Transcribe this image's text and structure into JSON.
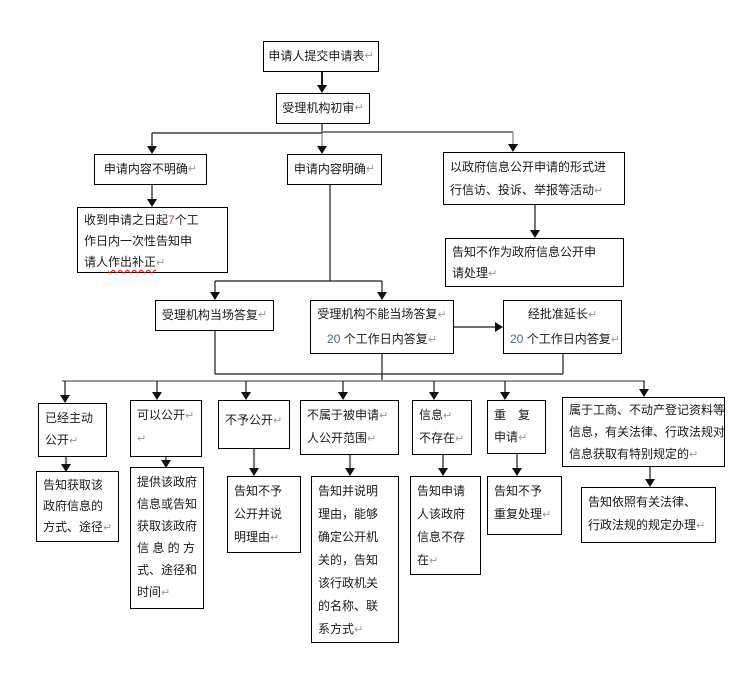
{
  "colors": {
    "num7": "#c0504d",
    "num20": "#4f6b8f",
    "wavy": "#ff0000",
    "pilcrow": "#9a9a9a",
    "line": "#1a1a1a",
    "gray_line": "#9a9a9a"
  },
  "nodes": {
    "n1": {
      "content": [
        "申请人提交申请表",
        {
          "t": "↵",
          "c": "pilcrow"
        }
      ]
    },
    "n2": {
      "content": [
        "受理机构初审",
        {
          "t": "↵",
          "c": "pilcrow"
        }
      ]
    },
    "n3": {
      "content": [
        "申请内容不明确",
        {
          "t": "↵",
          "c": "pilcrow"
        }
      ]
    },
    "n4": {
      "content": [
        "申请内容明确",
        {
          "t": "↵",
          "c": "pilcrow"
        }
      ]
    },
    "n5": {
      "content": [
        "以政府信息公开申请的形式进",
        {
          "br": true
        },
        "行信访、投诉、举报等活动",
        {
          "t": "↵",
          "c": "pilcrow"
        }
      ]
    },
    "n6": {
      "content": [
        "收到申请之日起",
        {
          "t": "7",
          "c": "num7"
        },
        "个工",
        {
          "br": true
        },
        "作日内一次性告知申",
        {
          "br": true
        },
        "请人",
        {
          "t": "作出补正",
          "c": "wavy"
        },
        {
          "t": "↵",
          "c": "pilcrow"
        }
      ]
    },
    "n7": {
      "content": [
        "告知不作为政府信息公开申",
        {
          "br": true
        },
        "请处理",
        {
          "t": "↵",
          "c": "pilcrow"
        }
      ]
    },
    "n8": {
      "content": [
        "受理机构当场答复",
        {
          "t": "↵",
          "c": "pilcrow"
        }
      ]
    },
    "n9": {
      "content": [
        "受理机构不能当场答复",
        {
          "t": "↵",
          "c": "pilcrow"
        },
        {
          "br": true
        },
        {
          "t": "20",
          "c": "num20"
        },
        " 个工作日内答复",
        {
          "t": "↵",
          "c": "pilcrow"
        }
      ]
    },
    "n10": {
      "content": [
        "经批准延长",
        {
          "t": "↵",
          "c": "pilcrow"
        },
        {
          "br": true
        },
        {
          "t": "20",
          "c": "num20"
        },
        " 个工作日内答复",
        {
          "t": "↵",
          "c": "pilcrow"
        }
      ]
    },
    "c1": {
      "content": [
        "已经主动",
        {
          "br": true
        },
        "公开",
        {
          "t": "↵",
          "c": "pilcrow"
        }
      ]
    },
    "c2": {
      "content": [
        "可以公开",
        {
          "t": "↵",
          "c": "pilcrow"
        },
        {
          "br": true
        },
        {
          "t": "↵",
          "c": "pilcrow"
        }
      ]
    },
    "c3": {
      "content": [
        "不予公开",
        {
          "t": "↵",
          "c": "pilcrow"
        }
      ]
    },
    "c4": {
      "content": [
        "不属于被申请",
        {
          "t": "↵",
          "c": "pilcrow"
        },
        {
          "br": true
        },
        "人公开范围",
        {
          "t": "↵",
          "c": "pilcrow"
        }
      ]
    },
    "c5": {
      "content": [
        "信息",
        {
          "t": "↵",
          "c": "pilcrow"
        },
        {
          "br": true
        },
        "不存在",
        {
          "t": "↵",
          "c": "pilcrow"
        }
      ]
    },
    "c6": {
      "content": [
        "重　复",
        {
          "br": true
        },
        "申请",
        {
          "t": "↵",
          "c": "pilcrow"
        }
      ]
    },
    "c7": {
      "content": [
        "属于工商、不动产登记资料等",
        {
          "br": true
        },
        "信息，有关法律、行政法规对",
        {
          "br": true
        },
        "信息获取有特别规定的",
        {
          "t": "↵",
          "c": "pilcrow"
        }
      ]
    },
    "a1": {
      "content": [
        "告知获取该",
        {
          "br": true
        },
        "政府信息的",
        {
          "br": true
        },
        "方式、途径",
        {
          "t": "↵",
          "c": "pilcrow"
        }
      ]
    },
    "a2": {
      "content": [
        "提供该政府",
        {
          "br": true
        },
        "信息或告知",
        {
          "br": true
        },
        "获取该政府",
        {
          "br": true
        },
        "信 息 的 方",
        {
          "br": true
        },
        "式、途径和",
        {
          "br": true
        },
        "时间",
        {
          "t": "↵",
          "c": "pilcrow"
        }
      ]
    },
    "a3": {
      "content": [
        "告知不予",
        {
          "br": true
        },
        "公开并说",
        {
          "br": true
        },
        "明理由",
        {
          "t": "↵",
          "c": "pilcrow"
        }
      ]
    },
    "a4": {
      "content": [
        "告知并说明",
        {
          "br": true
        },
        "理由，能够",
        {
          "br": true
        },
        "确定公开机",
        {
          "br": true
        },
        "关的，告知",
        {
          "br": true
        },
        "该行政机关",
        {
          "br": true
        },
        "的名称、联",
        {
          "br": true
        },
        "系方式",
        {
          "t": "↵",
          "c": "pilcrow"
        }
      ]
    },
    "a5": {
      "content": [
        "告知申请",
        {
          "br": true
        },
        "人该政府",
        {
          "br": true
        },
        "信息不存",
        {
          "br": true
        },
        "在",
        {
          "t": "↵",
          "c": "pilcrow"
        }
      ]
    },
    "a6": {
      "content": [
        "告知不予",
        {
          "br": true
        },
        "重复处理",
        {
          "t": "↵",
          "c": "pilcrow"
        }
      ]
    },
    "a7": {
      "content": [
        "告知依照有关法律、",
        {
          "br": true
        },
        "行政法规的规定办理",
        {
          "t": "↵",
          "c": "pilcrow"
        }
      ]
    }
  }
}
